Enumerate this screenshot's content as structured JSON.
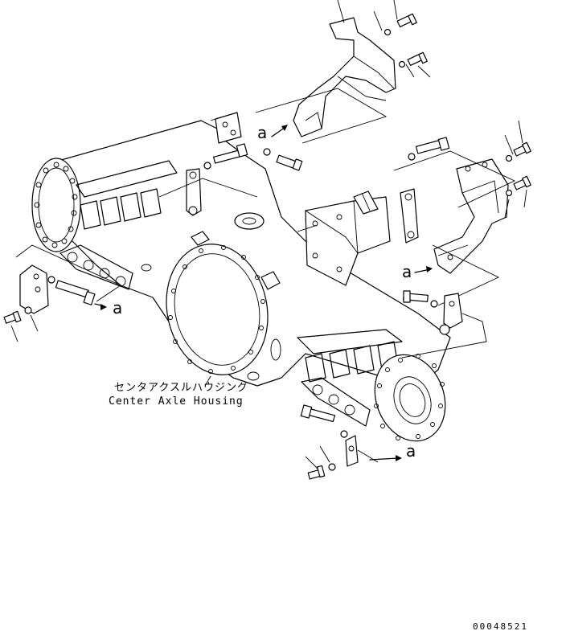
{
  "labels": {
    "housing_jp": "センタアクスルハウジング",
    "housing_en": "Center Axle Housing",
    "ref_a": "a",
    "drawing_number": "00048521"
  }
}
